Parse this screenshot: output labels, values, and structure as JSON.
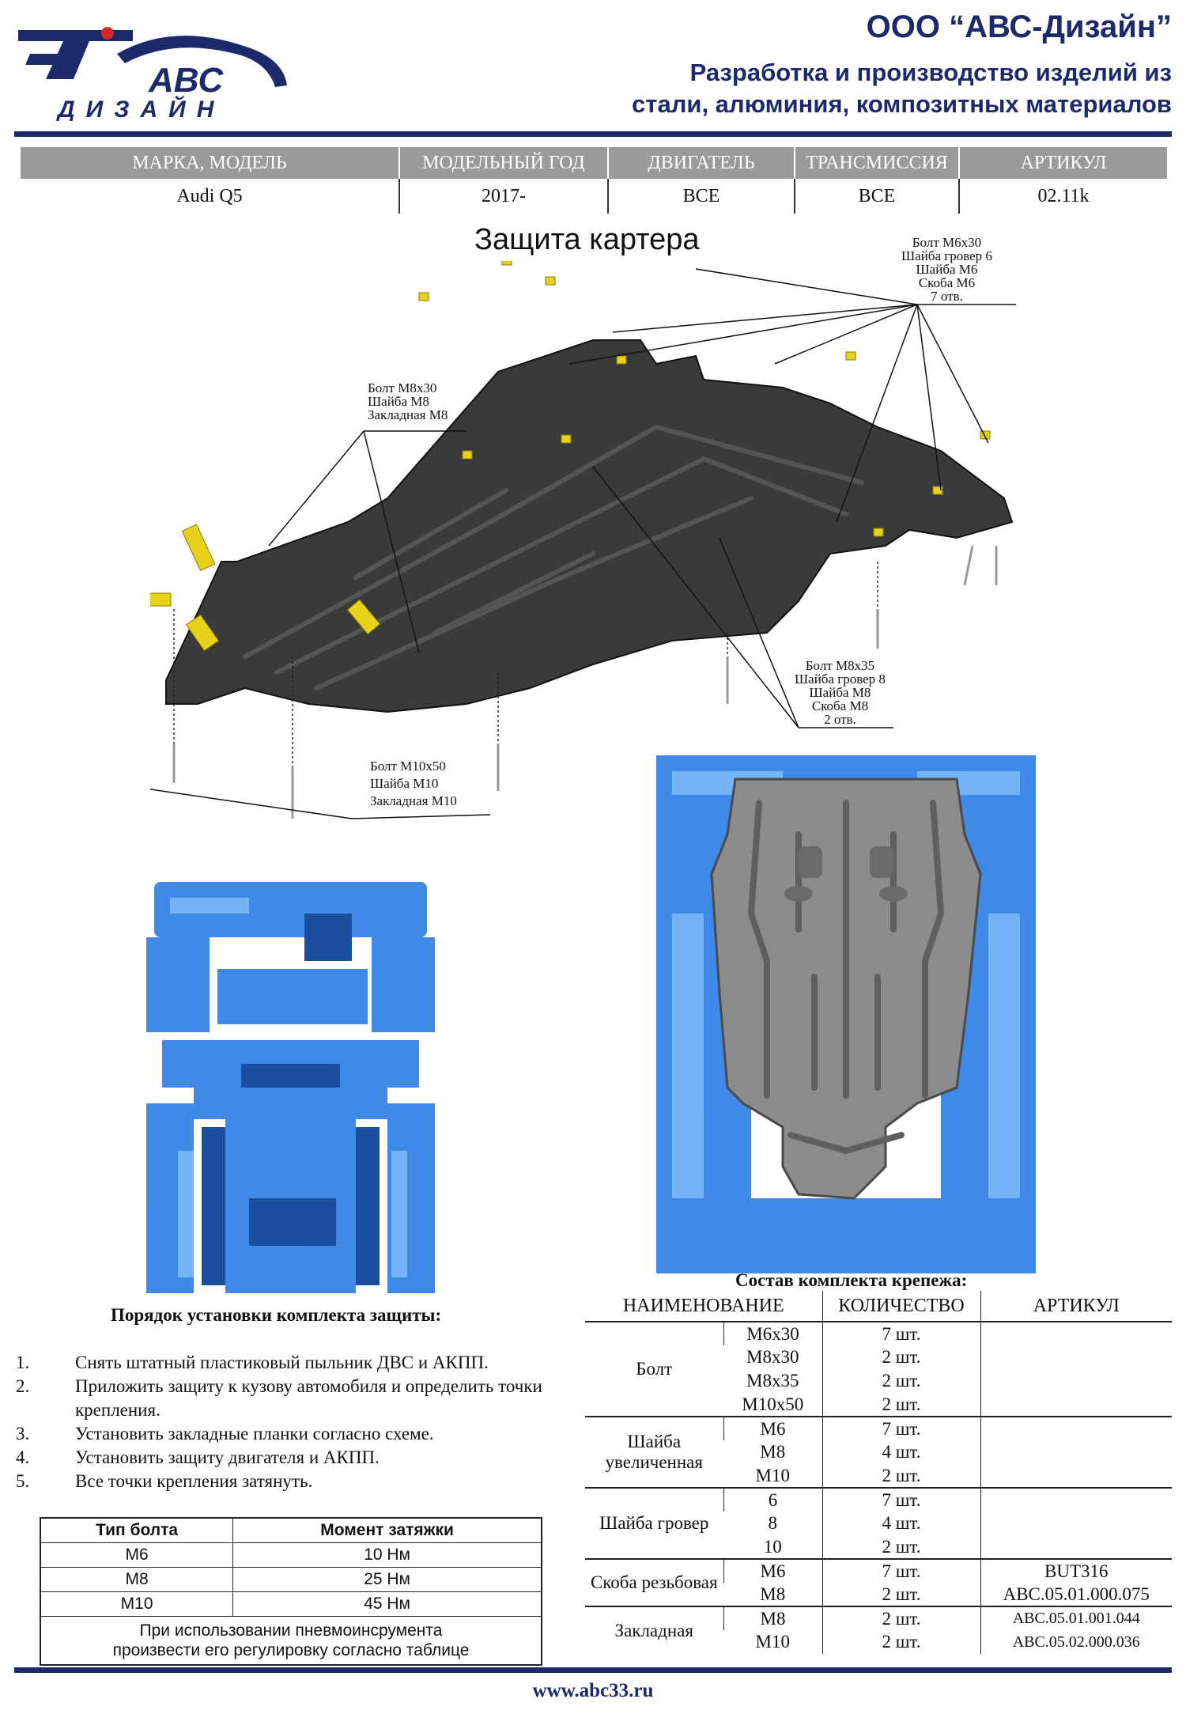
{
  "header": {
    "logo_top": "АВС",
    "logo_bottom": "ДИЗАЙН",
    "company": "ООО “АВС-Дизайн”",
    "tagline_line1": "Разработка и производство изделий из",
    "tagline_line2": "стали, алюминия, композитных материалов"
  },
  "spec": {
    "headers": [
      "МАРКА, МОДЕЛЬ",
      "МОДЕЛЬНЫЙ ГОД",
      "ДВИГАТЕЛЬ",
      "ТРАНСМИССИЯ",
      "АРТИКУЛ"
    ],
    "values": [
      "Audi Q5",
      "2017-",
      "ВСЕ",
      "ВСЕ",
      "02.11k"
    ]
  },
  "title": "Защита картера",
  "callouts": {
    "m6": [
      "Болт М6х30",
      "Шайба гровер 6",
      "Шайба М6",
      "Скоба М6",
      "7 отв."
    ],
    "m8_30": [
      "Болт М8х30",
      "Шайба М8",
      "Закладная М8"
    ],
    "m8_35": [
      "Болт М8х35",
      "Шайба гровер 8",
      "Шайба М8",
      "Скоба М8",
      "2 отв."
    ],
    "m10": [
      "Болт М10х50",
      "Шайба М10",
      "Закладная М10"
    ]
  },
  "install": {
    "title": "Порядок установки комплекта защиты:",
    "steps": [
      {
        "n": "1.",
        "text": "Снять штатный пластиковый пыльник ДВС и АКПП."
      },
      {
        "n": "2.",
        "text": "Приложить защиту к кузову автомобиля и определить точки крепления."
      },
      {
        "n": "3.",
        "text": "Установить закладные планки согласно схеме."
      },
      {
        "n": "4.",
        "text": "Установить защиту двигателя и АКПП."
      },
      {
        "n": "5.",
        "text": "Все точки крепления затянуть."
      }
    ]
  },
  "torque": {
    "headers": [
      "Тип болта",
      "Момент затяжки"
    ],
    "rows": [
      [
        "М6",
        "10 Нм"
      ],
      [
        "М8",
        "25 Нм"
      ],
      [
        "М10",
        "45 Нм"
      ]
    ],
    "note_line1": "При использовании пневмоинсрумента",
    "note_line2": "произвести его регулировку согласно таблице"
  },
  "kit": {
    "title": "Состав комплекта крепежа:",
    "headers": [
      "НАИМЕНОВАНИЕ",
      "КОЛИЧЕСТВО",
      "АРТИКУЛ"
    ],
    "groups": [
      {
        "name": "Болт",
        "items": [
          [
            "М6х30",
            "7 шт.",
            ""
          ],
          [
            "М8х30",
            "2 шт.",
            ""
          ],
          [
            "М8х35",
            "2 шт.",
            ""
          ],
          [
            "М10х50",
            "2 шт.",
            ""
          ]
        ]
      },
      {
        "name": "Шайба увеличенная",
        "items": [
          [
            "М6",
            "7 шт.",
            ""
          ],
          [
            "М8",
            "4 шт.",
            ""
          ],
          [
            "М10",
            "2 шт.",
            ""
          ]
        ]
      },
      {
        "name": "Шайба гровер",
        "items": [
          [
            "6",
            "7 шт.",
            ""
          ],
          [
            "8",
            "4 шт.",
            ""
          ],
          [
            "10",
            "2 шт.",
            ""
          ]
        ]
      },
      {
        "name": "Скоба резьбовая",
        "items": [
          [
            "М6",
            "7 шт.",
            "BUT316"
          ],
          [
            "М8",
            "2 шт.",
            "АВС.05.01.000.075"
          ]
        ]
      },
      {
        "name": "Закладная",
        "items": [
          [
            "М8",
            "2 шт.",
            "АВС.05.01.001.044"
          ],
          [
            "М10",
            "2 шт.",
            "АВС.05.02.000.036"
          ]
        ]
      }
    ]
  },
  "footer": {
    "url": "www.abc33.ru"
  },
  "colors": {
    "brand": "#1c2a6b",
    "header_gray": "#9a9a9a",
    "scan_blue": "#2f7fe6",
    "plate": "#3a3a3a",
    "bracket": "#e6d21a"
  }
}
